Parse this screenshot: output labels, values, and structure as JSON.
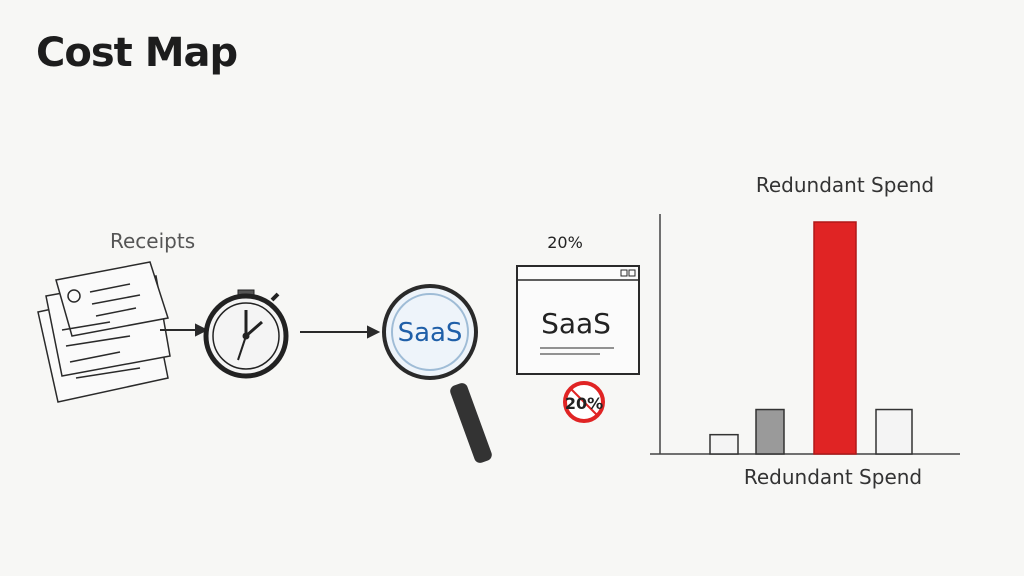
{
  "title": "Cost Map",
  "receipts_label": "Receipts",
  "magnifier_text": "SaaS",
  "window": {
    "top_percent": "20%",
    "text": "SaaS",
    "badge": "20%"
  },
  "chart_data": {
    "type": "bar",
    "title": "Redundant Spend",
    "xlabel": "Redundant Spend",
    "values": [
      1,
      2.3,
      12,
      2.3
    ],
    "highlight_index": 2,
    "highlight_color": "#e02424"
  },
  "colors": {
    "accent_red": "#e02424",
    "ink": "#2a2a2a",
    "saas_blue": "#1f5fa8"
  }
}
